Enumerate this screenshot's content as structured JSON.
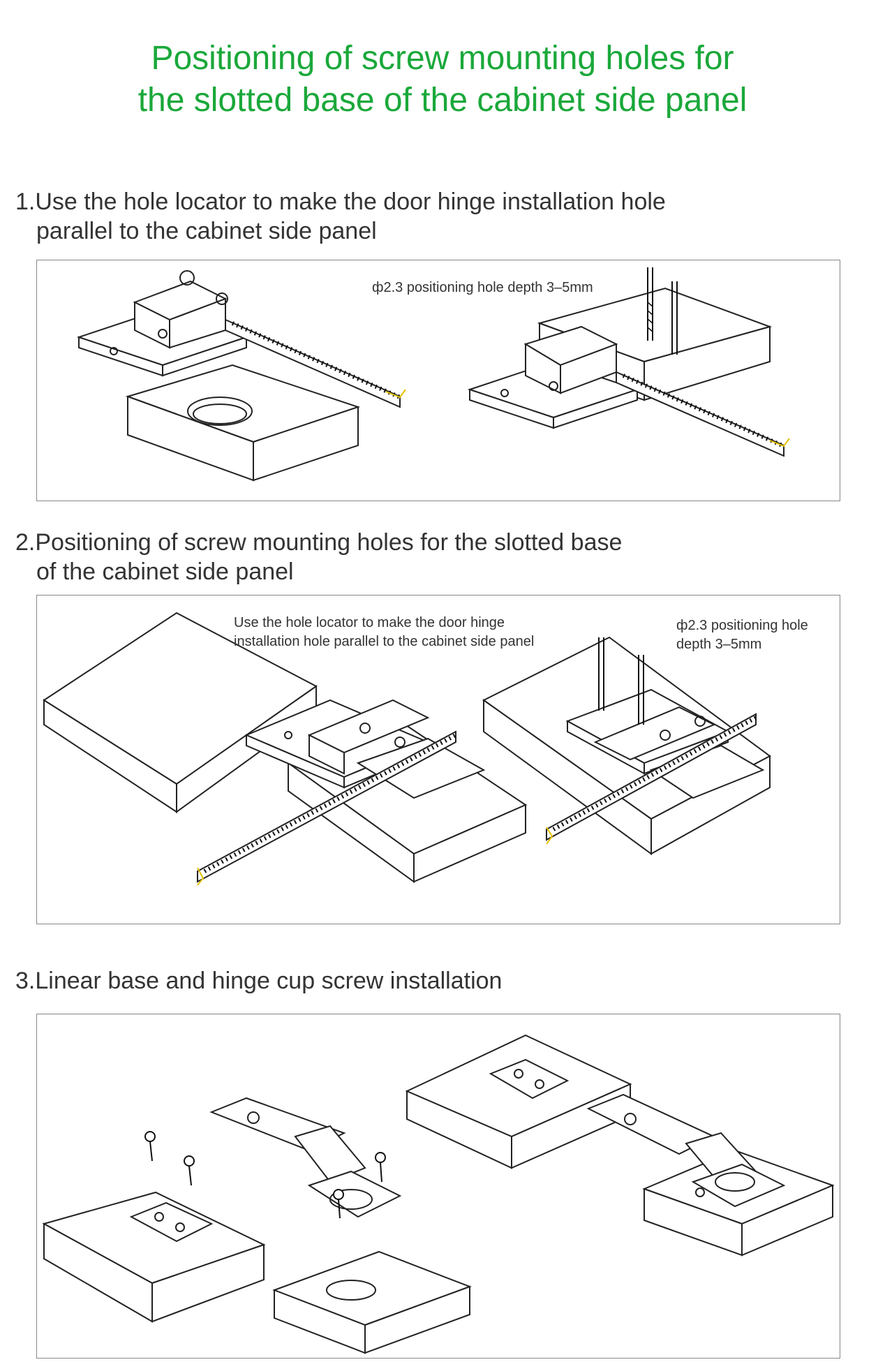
{
  "header": {
    "title_line1": "Positioning of screw mounting holes for",
    "title_line2": "the slotted base of the cabinet side panel",
    "title_color": "#1aa83a"
  },
  "steps": [
    {
      "line1": "1.Use the hole locator to make the door hinge installation hole",
      "line2": "parallel to the cabinet side panel",
      "notes": [
        "ф2.3 positioning hole depth 3–5mm"
      ]
    },
    {
      "line1": "2.Positioning of screw mounting holes for the slotted base",
      "line2": "of the cabinet side panel",
      "notes": [
        "Use the hole locator to make the door hinge",
        "installation hole parallel to the cabinet side panel",
        "ф2.3 positioning hole",
        "depth 3–5mm"
      ]
    },
    {
      "line1": "3.Linear base and hinge cup screw installation",
      "line2": "",
      "notes": []
    }
  ],
  "icons": [
    "hole-locator-jig",
    "drill-bit",
    "ruler",
    "wood-board",
    "hinge",
    "screw",
    "mounting-base"
  ]
}
